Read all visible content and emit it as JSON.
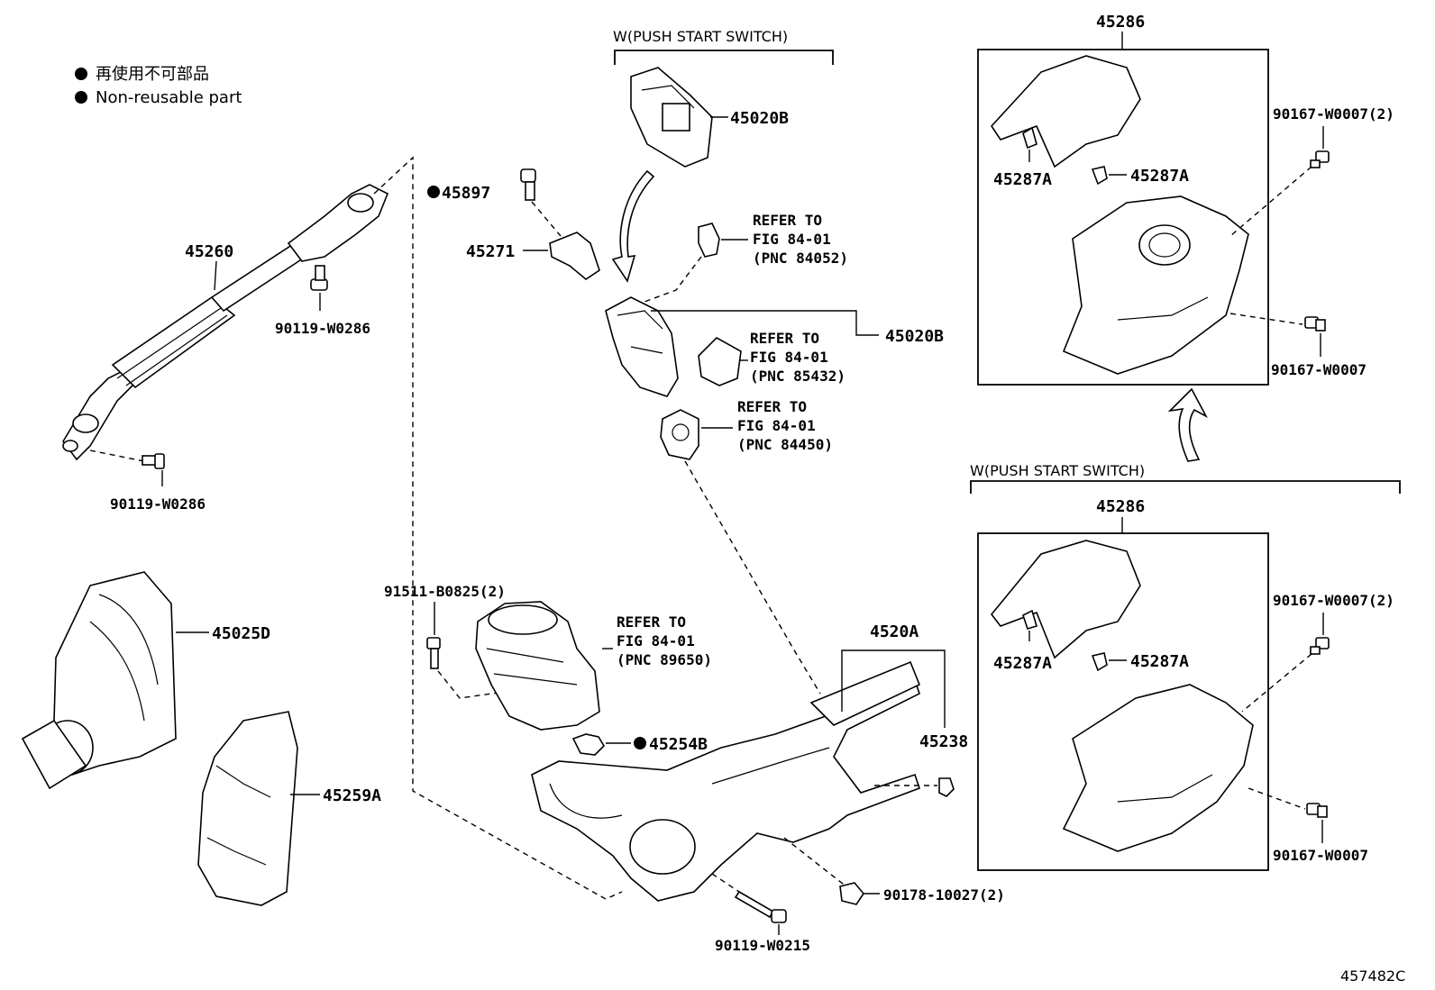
{
  "legend": {
    "line1": "再使用不可部品",
    "line2": "Non-reusable part"
  },
  "groups": {
    "push_start_top": "W(PUSH START SWITCH)",
    "push_start_right": "W(PUSH START SWITCH)"
  },
  "labels": {
    "p45020B_top": "45020B",
    "p45897": "45897",
    "p45271": "45271",
    "p45260": "45260",
    "p90119_W0286_a": "90119-W0286",
    "p90119_W0286_b": "90119-W0286",
    "p45020B_mid": "45020B",
    "p45025D": "45025D",
    "p45259A": "45259A",
    "p91511_B0825": "91511-B0825(2)",
    "p45254B": "45254B",
    "p4520A": "4520A",
    "p45238": "45238",
    "p90178_10027": "90178-10027(2)",
    "p90119_W0215": "90119-W0215",
    "p45286_top": "45286",
    "p45287A_tl": "45287A",
    "p45287A_tr": "45287A",
    "p90167_W0007_2_top": "90167-W0007(2)",
    "p90167_W0007_top": "90167-W0007",
    "p45286_bot": "45286",
    "p45287A_bl": "45287A",
    "p45287A_br": "45287A",
    "p90167_W0007_2_bot": "90167-W0007(2)",
    "p90167_W0007_bot": "90167-W0007",
    "figure_id": "457482C"
  },
  "refs": [
    {
      "line1": "REFER TO",
      "line2": "FIG 84-01",
      "line3": "(PNC 84052)"
    },
    {
      "line1": "REFER TO",
      "line2": "FIG 84-01",
      "line3": "(PNC 85432)"
    },
    {
      "line1": "REFER TO",
      "line2": "FIG 84-01",
      "line3": "(PNC 84450)"
    },
    {
      "line1": "REFER TO",
      "line2": "FIG 84-01",
      "line3": "(PNC 89650)"
    }
  ]
}
